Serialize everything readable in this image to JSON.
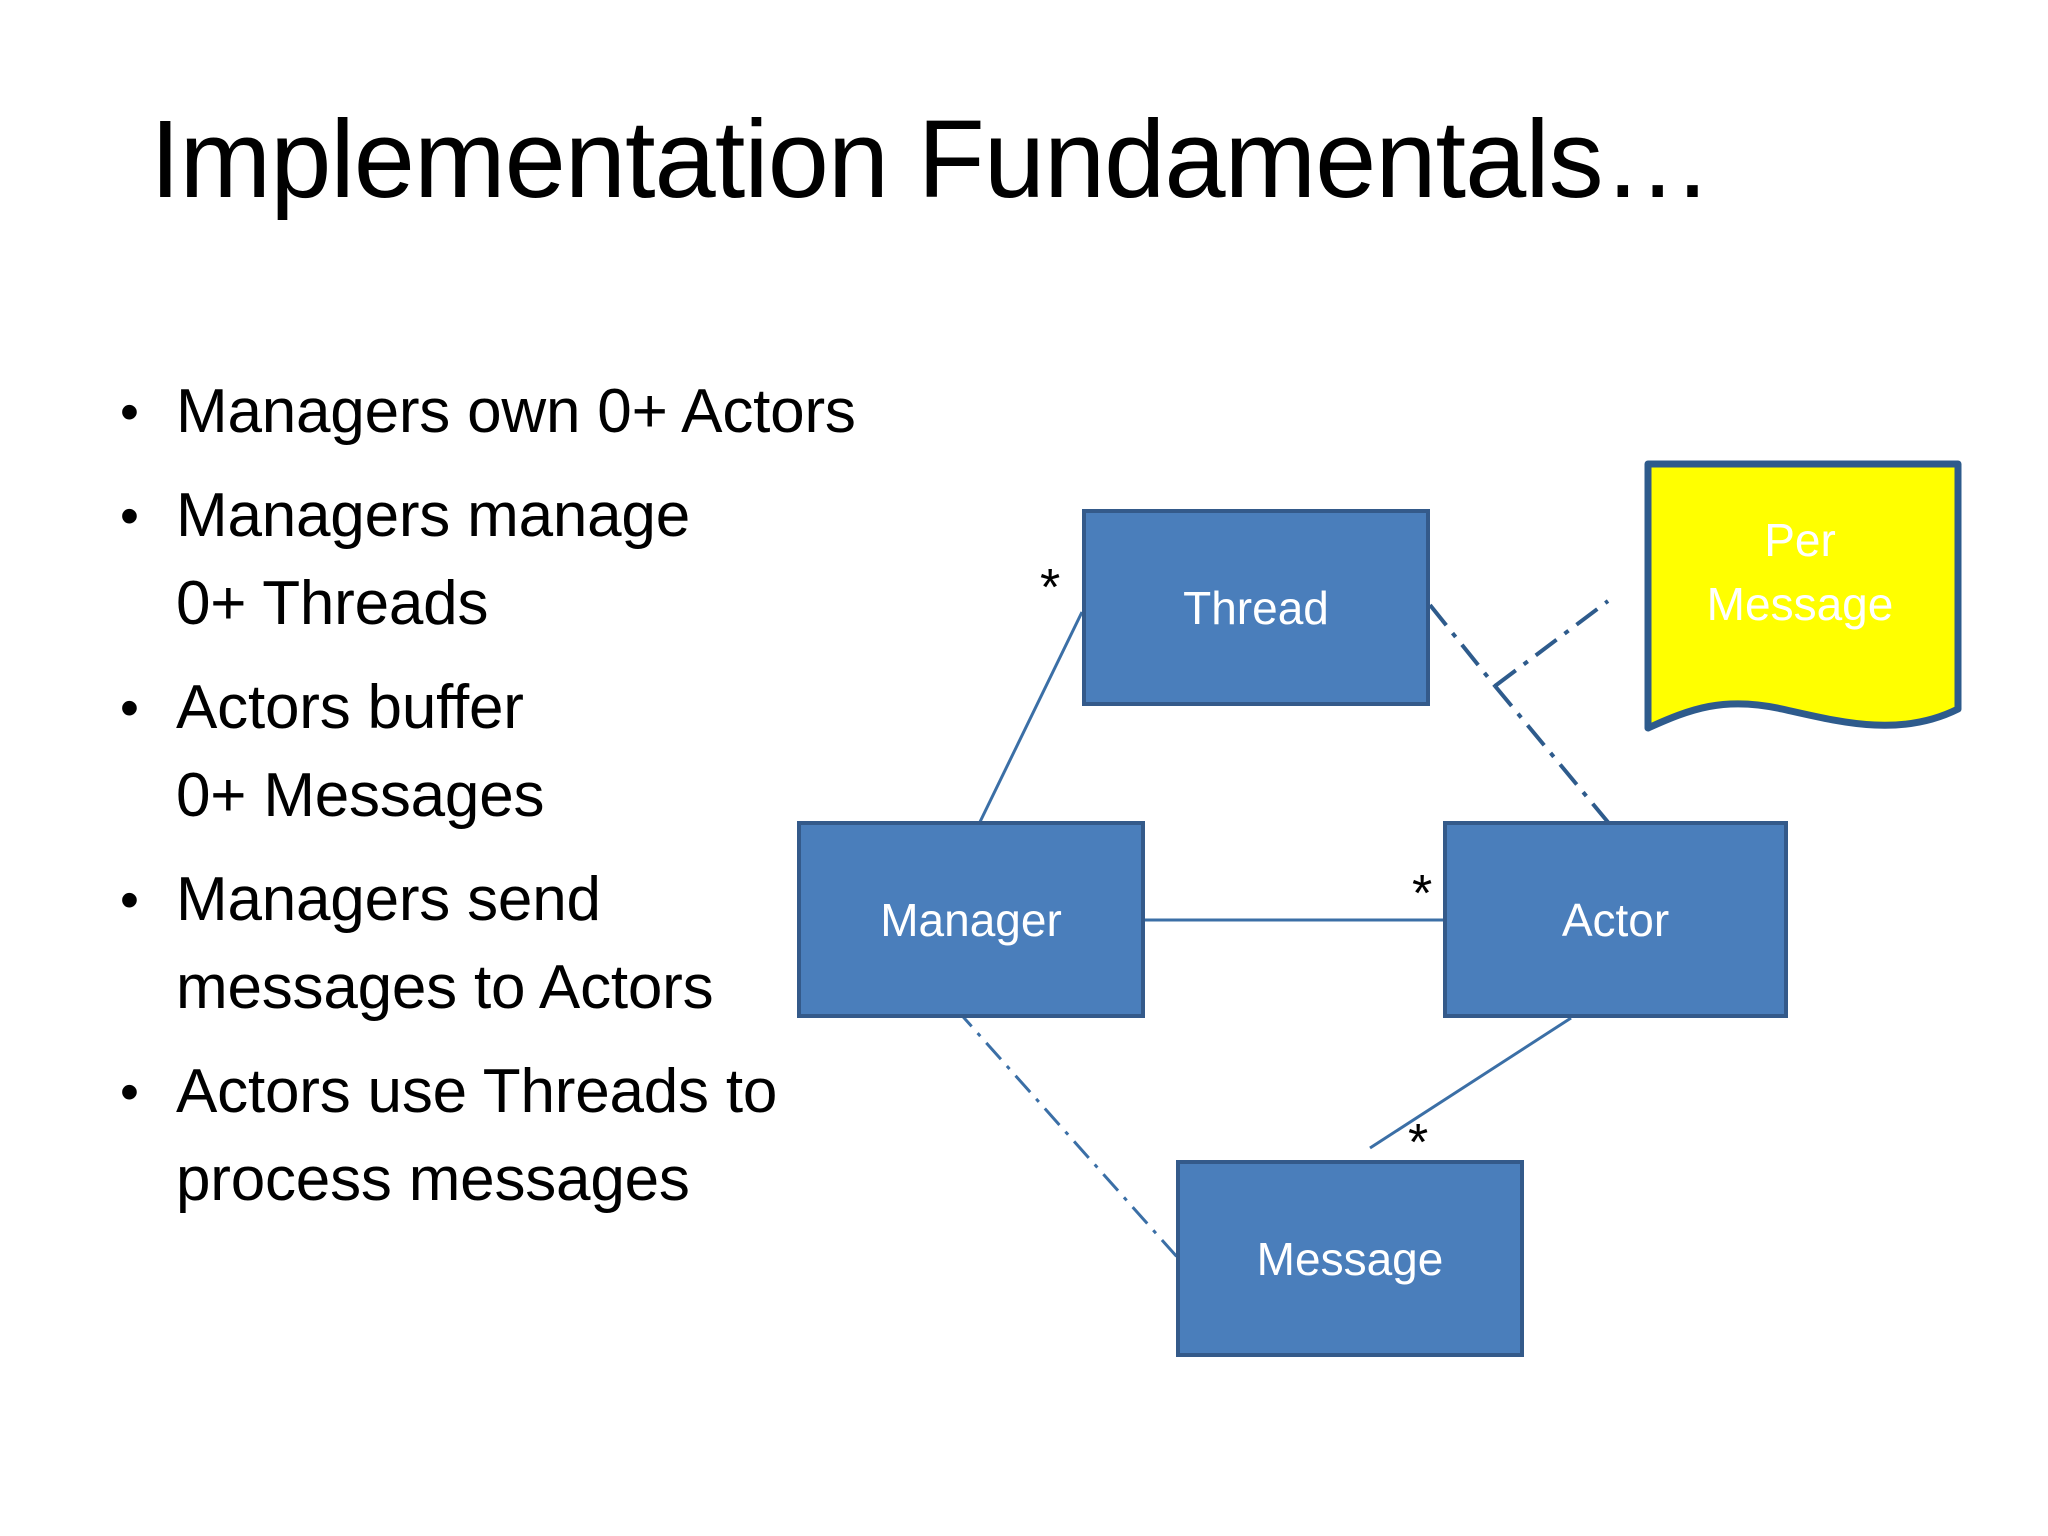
{
  "slide": {
    "background_color": "#FFFFFF",
    "title": "Implementation Fundamentals…"
  },
  "bullets": [
    {
      "marker": "•",
      "text": "Managers own 0+ Actors"
    },
    {
      "marker": "•",
      "text": "Managers manage\n0+ Threads"
    },
    {
      "marker": "•",
      "text": "Actors buffer\n0+ Messages"
    },
    {
      "marker": "•",
      "text": "Managers send\nmessages to Actors"
    },
    {
      "marker": "•",
      "text": "Actors use Threads to\nprocess messages"
    }
  ],
  "diagram": {
    "type": "uml-class-diagram",
    "box_fill_color": "#4A7EBB",
    "box_border_color": "#345A8A",
    "box_text_color": "#FFFFFF",
    "note_fill_color": "#FFFF00",
    "note_border_color": "#2E5B8C",
    "note_text_color": "#FFFFFF",
    "connector_color": "#3B6FA6",
    "boxes": [
      {
        "id": "thread",
        "label": "Thread"
      },
      {
        "id": "manager",
        "label": "Manager"
      },
      {
        "id": "actor",
        "label": "Actor"
      },
      {
        "id": "message",
        "label": "Message"
      }
    ],
    "note": {
      "id": "per-message",
      "label": "Per\nMessage",
      "line1": "Per",
      "line2": "Message"
    },
    "multiplicities": [
      {
        "id": "thread-mult",
        "label": "*"
      },
      {
        "id": "actor-mult",
        "label": "*"
      },
      {
        "id": "message-mult",
        "label": "*"
      }
    ],
    "associations": [
      {
        "from": "manager",
        "to": "thread",
        "style": "solid",
        "multiplicity": "*"
      },
      {
        "from": "manager",
        "to": "actor",
        "style": "solid",
        "multiplicity": "*"
      },
      {
        "from": "actor",
        "to": "message",
        "style": "solid",
        "multiplicity": "*"
      },
      {
        "from": "manager",
        "to": "message",
        "style": "dash-dot"
      },
      {
        "from": "thread",
        "to": "note",
        "style": "dash-dot"
      },
      {
        "from": "actor",
        "to": "note",
        "style": "dash-dot"
      }
    ]
  }
}
